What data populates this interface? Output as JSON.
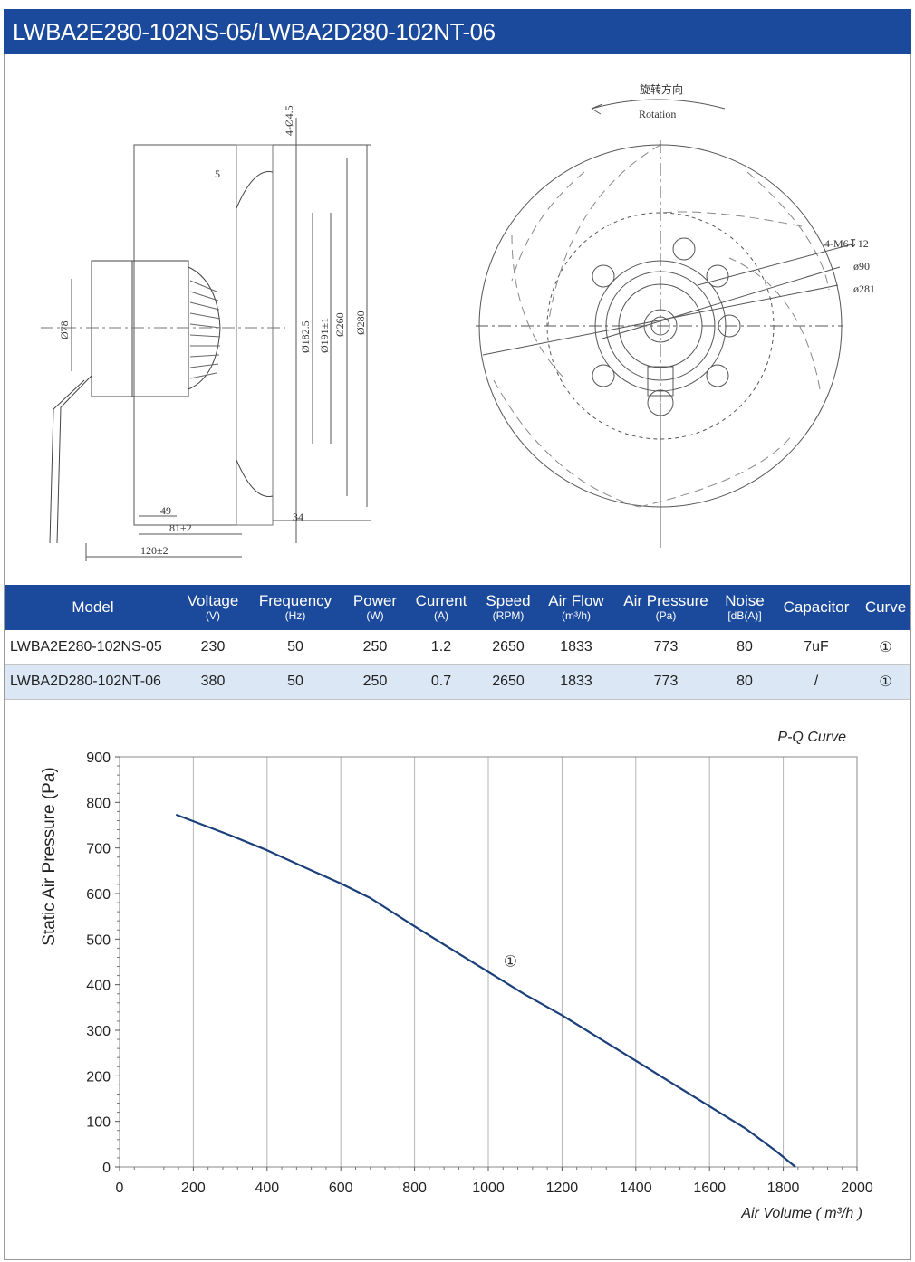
{
  "header": {
    "title": "LWBA2E280-102NS-05/LWBA2D280-102NT-06"
  },
  "drawing": {
    "side_view_dims": [
      "4-ø4.5",
      "5",
      "ø78",
      "ø182.5",
      "ø191±1",
      "ø260",
      "ø280",
      "49",
      "81±2",
      "120±2",
      "34"
    ],
    "front_view_labels": {
      "rotation_cn": "旋转方向",
      "rotation_en": "Rotation",
      "m6": "4-M6↧12",
      "d90": "ø90",
      "d281": "ø281"
    }
  },
  "table": {
    "headers": [
      {
        "label": "Model",
        "unit": ""
      },
      {
        "label": "Voltage",
        "unit": "(V)"
      },
      {
        "label": "Frequency",
        "unit": "(Hz)"
      },
      {
        "label": "Power",
        "unit": "(W)"
      },
      {
        "label": "Current",
        "unit": "(A)"
      },
      {
        "label": "Speed",
        "unit": "(RPM)"
      },
      {
        "label": "Air Flow",
        "unit": "(m³/h)"
      },
      {
        "label": "Air Pressure",
        "unit": "(Pa)"
      },
      {
        "label": "Noise",
        "unit": "[dB(A)]"
      },
      {
        "label": "Capacitor",
        "unit": ""
      },
      {
        "label": "Curve",
        "unit": ""
      }
    ],
    "rows": [
      [
        "LWBA2E280-102NS-05",
        "230",
        "50",
        "250",
        "1.2",
        "2650",
        "1833",
        "773",
        "80",
        "7uF",
        "①"
      ],
      [
        "LWBA2D280-102NT-06",
        "380",
        "50",
        "250",
        "0.7",
        "2650",
        "1833",
        "773",
        "80",
        "/",
        "①"
      ]
    ]
  },
  "chart_data": {
    "type": "line",
    "title": "P-Q Curve",
    "xlabel": "Air Volume ( m³/h )",
    "ylabel": "Static Air Pressure  (Pa)",
    "xlim": [
      0,
      2000
    ],
    "ylim": [
      0,
      900
    ],
    "xticks": [
      0,
      200,
      400,
      600,
      800,
      1000,
      1200,
      1400,
      1600,
      1800,
      2000
    ],
    "yticks": [
      0,
      100,
      200,
      300,
      400,
      500,
      600,
      700,
      800,
      900
    ],
    "grid": "vertical",
    "series": [
      {
        "name": "①",
        "color": "#1a3f7a",
        "x": [
          153,
          300,
          400,
          500,
          600,
          680,
          800,
          900,
          1000,
          1100,
          1200,
          1300,
          1400,
          1500,
          1600,
          1700,
          1780,
          1833
        ],
        "y": [
          773,
          728,
          695,
          658,
          622,
          590,
          528,
          478,
          428,
          378,
          333,
          283,
          233,
          183,
          133,
          83,
          35,
          0
        ]
      }
    ],
    "series_label_position": {
      "x": 1060,
      "y": 440
    }
  }
}
